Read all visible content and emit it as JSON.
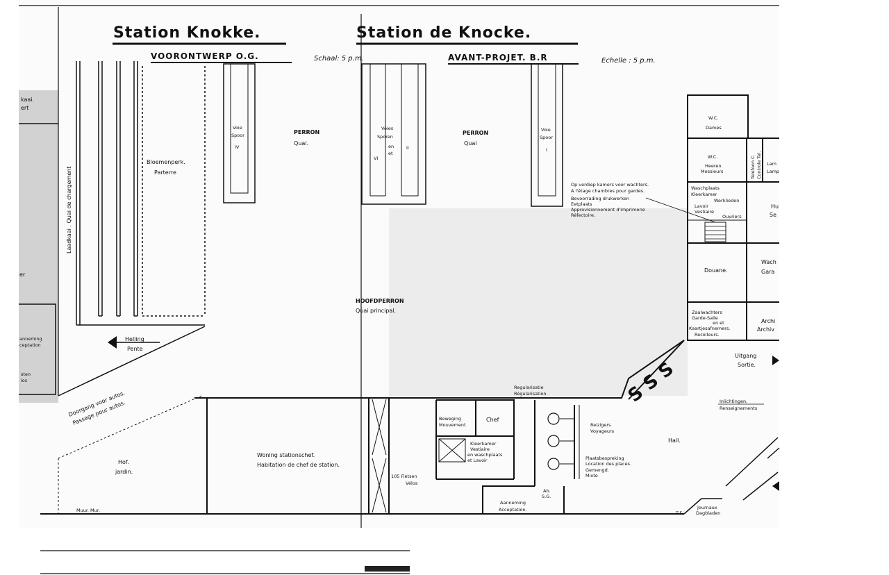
{
  "titles": {
    "nl_title": "Station Knokke.",
    "nl_subtitle": "VOORONTWERP O.G.",
    "nl_scale": "Schaal: 5 p.m.",
    "fr_title": "Station de Knocke.",
    "fr_subtitle": "AVANT-PROJET. B.R",
    "fr_scale": "Echelle : 5 p.m."
  },
  "left_edge": {
    "kaai": "kaai.",
    "ert": "ert",
    "er": "er",
    "anneming": "anneming",
    "acceptation": "ceptation",
    "sten": "sten",
    "los": "los"
  },
  "outdoor": {
    "laadkaai": "Laadkaai . Quai de chargement",
    "bloemenperk": "Bloemenperk.",
    "parterre": "Parterre",
    "helling": "Helling",
    "pente": "Pente",
    "doorgang": "Doorgang voor autos.",
    "passage": "Passage pour autos.",
    "hof": "Hof.",
    "jardin": "jardin.",
    "muur": "Muur. Mur."
  },
  "tracks": {
    "voie_iv_1": "Voie",
    "voie_iv_2": "Spoor",
    "voie_iv_num": "IV",
    "voies": "Voies",
    "sporen": "Sporen",
    "num_vi": "VI",
    "num_ii": "II",
    "en": "en",
    "et": "et",
    "voie_i_1": "Voie",
    "voie_i_2": "Spoor",
    "voie_i_num": "I"
  },
  "platforms": {
    "perron1": "PERRON",
    "quai1": "Quai.",
    "perron2": "PERRON",
    "quai2": "Quai",
    "hoofdperron": "HOOFDPERRON",
    "quai_principal": "Quai principal."
  },
  "rooms": {
    "wc_dames_1": "W.C.",
    "wc_dames_2": "Dames",
    "wc_heeren_1": "W.C.",
    "wc_heeren_2": "Heeren",
    "wc_heeren_3": "Messieurs",
    "telefoon": "Telefoon C.",
    "controle": "Controle Tel.",
    "lam": "Lam",
    "lamp": "Lamp",
    "waschplaats": "Waschplaats",
    "kleerkamer": "Kleerkamer",
    "werklieden": "Werklieden",
    "lavoir": "Lavoir",
    "vestiaire": "Vestiaire",
    "ouvriers": "Ouvriers",
    "hu": "Hu",
    "se": "Se",
    "douane": "Douane.",
    "wach": "Wach",
    "gar": "Gara",
    "zaalwachters": "Zaalwachters",
    "garde_salle": "Garde-Salle",
    "en_et": "en et",
    "kaartjes": "Kaartjesafnemers.",
    "recolleurs": "Recolleurs.",
    "archi": "Archi",
    "archiv": "Archiv",
    "uitgang": "Uitgang",
    "sortie": "Sortie.",
    "inlichtingen": "Inlichtingen.",
    "renseignements": "Renseignements",
    "hall": "Hall.",
    "regularisatie": "Regularisatie",
    "regularisation": "Régularisation.",
    "reizigers": "Reizigers",
    "voyageurs": "Voyageurs",
    "plaatsbespreking": "Plaatsbespreking",
    "location": "Location des places.",
    "gemengd": "Gemengd.",
    "mixte": "Mixte",
    "beweging": "Beweging",
    "mouvement": "Mouvement",
    "chef": "Chef",
    "kleerkamer2": "Kleerkamer",
    "vestiaire2": "Vestiaire",
    "en_wasch": "en waschplaats",
    "et_lavoir": "et Lavoir",
    "fietsen": "105 Fietsen",
    "velos": "Vélos",
    "ab": "Ab.",
    "sg": "S.G.",
    "aanneming": "Aanneming",
    "acceptation": "Acceptation.",
    "woning": "Woning stationschef.",
    "habitation": "Habitation de chef de station.",
    "journaux": "Journaux",
    "dagbladen": "Dagbladen",
    "tf": "T.F."
  },
  "note": {
    "line1": "Op verdiep kamers voor wachters.",
    "line2": "A l'étage chambres pour gardes.",
    "line3": "Bevoorrading drukwerken",
    "line4": "Eetplaats",
    "line5": "Approvisionnement d'imprimerie",
    "line6": "Réfectoire."
  },
  "turnstile": {
    "label": "S S S"
  }
}
